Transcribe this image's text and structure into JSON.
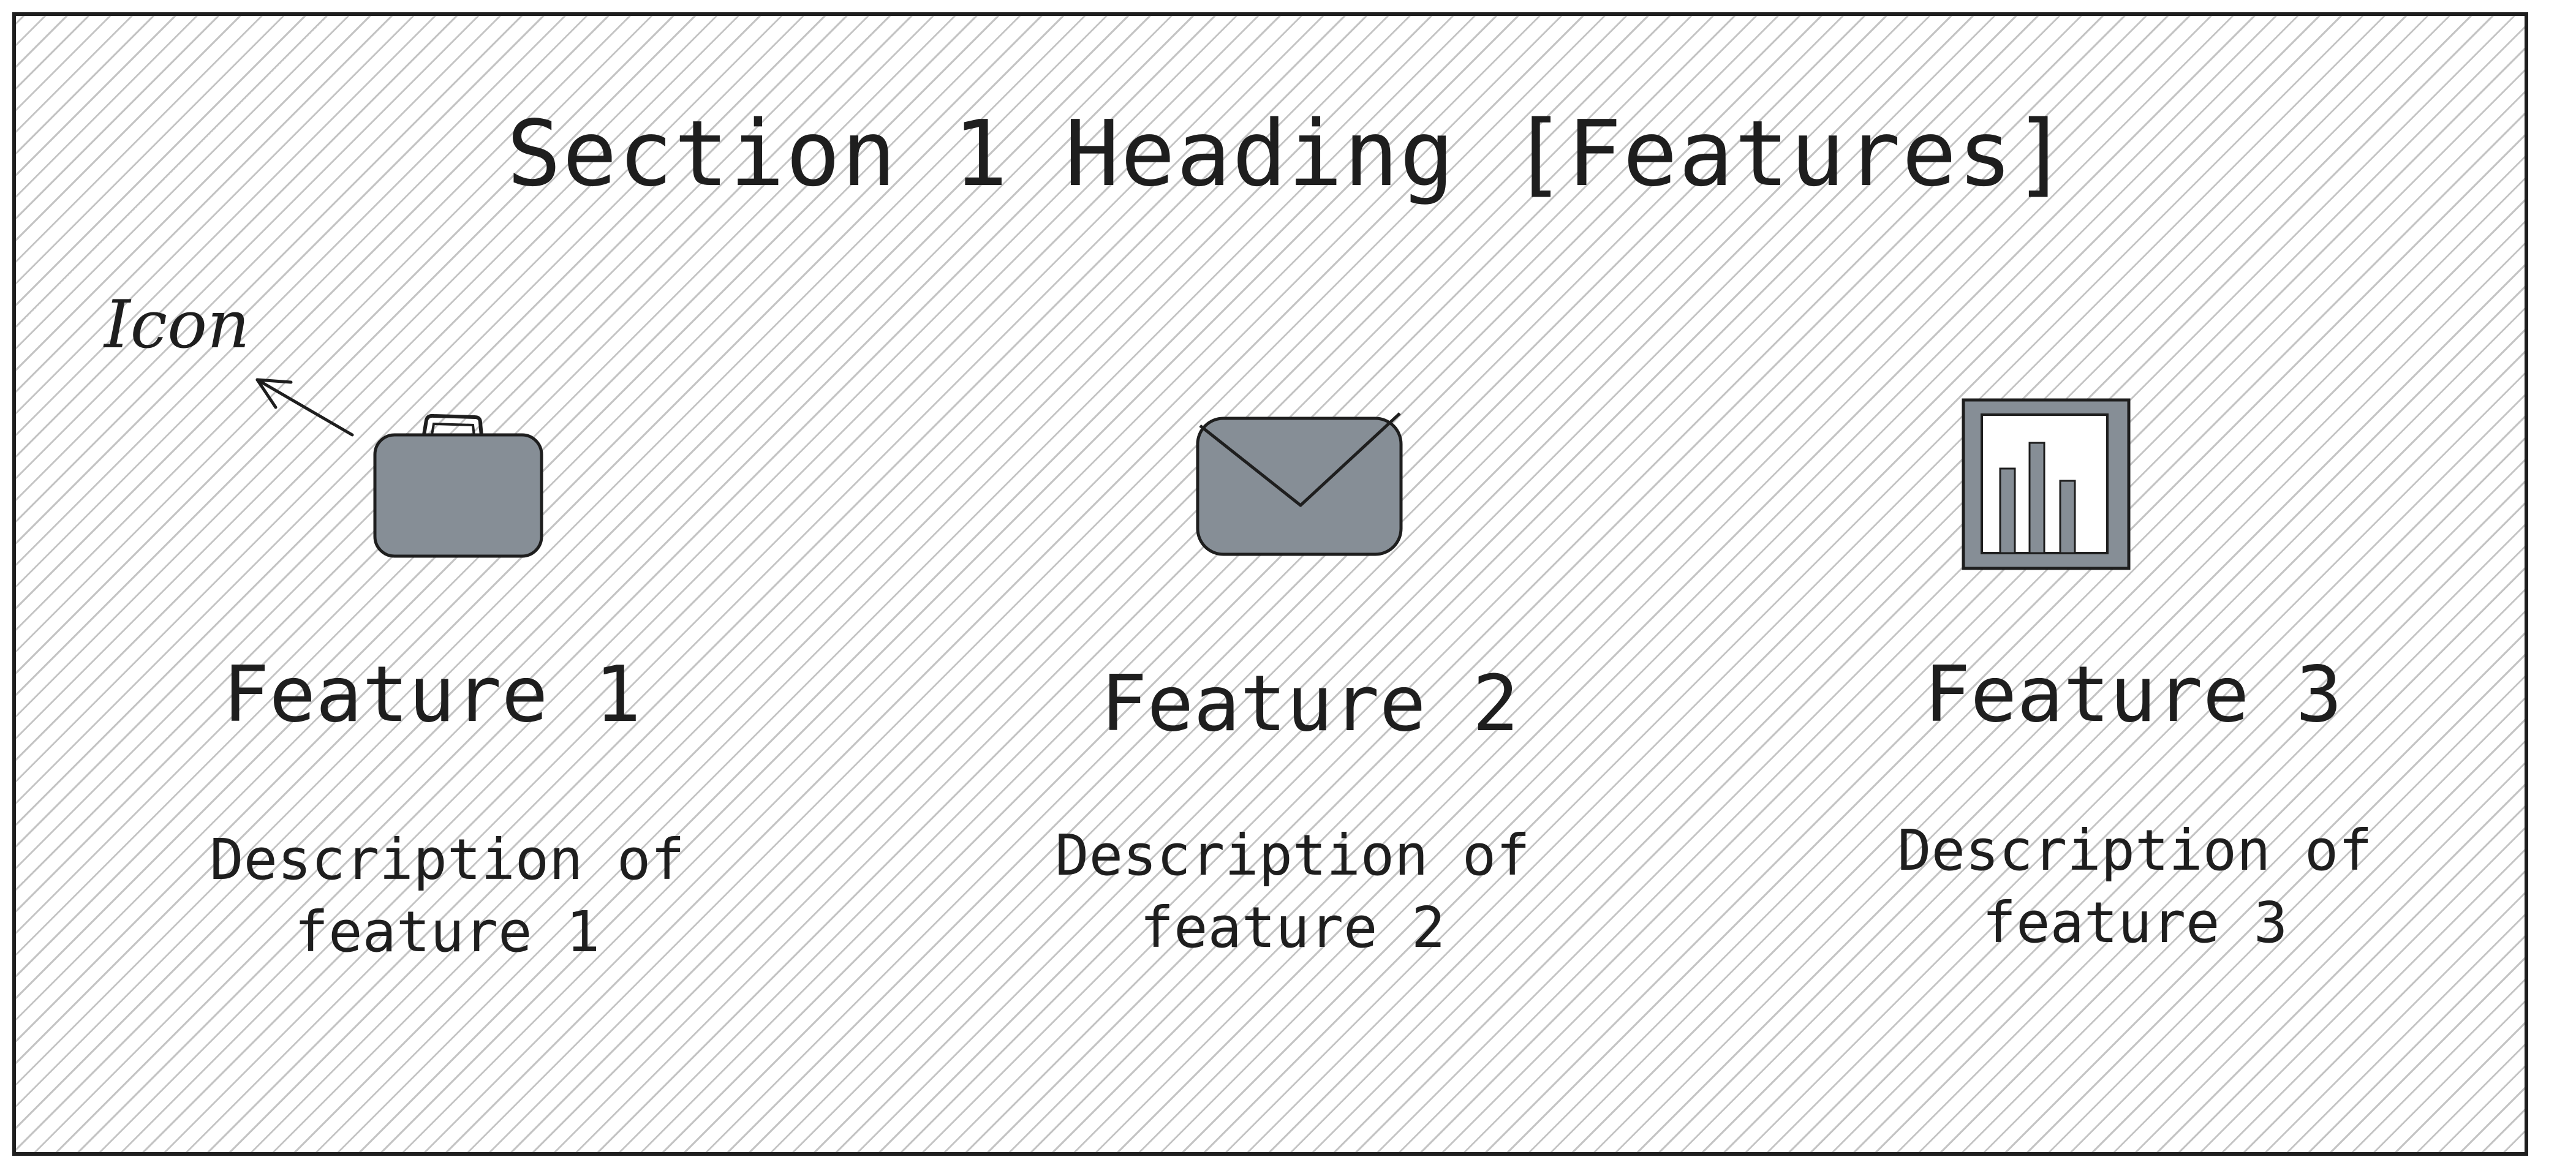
{
  "section": {
    "heading": "Section 1 Heading [Features]"
  },
  "annotation": {
    "label": "Icon"
  },
  "features": [
    {
      "title": "Feature 1",
      "description": "Description of\nfeature 1",
      "icon": "briefcase-icon"
    },
    {
      "title": "Feature 2",
      "description": "Description of\nfeature 2",
      "icon": "envelope-icon"
    },
    {
      "title": "Feature 3",
      "description": "Description of\nfeature 3",
      "icon": "bar-chart-icon"
    }
  ],
  "colors": {
    "stroke": "#1e1e1e",
    "icon_fill": "#868e96",
    "hatch": "#c4c4c4",
    "background": "#ffffff"
  }
}
